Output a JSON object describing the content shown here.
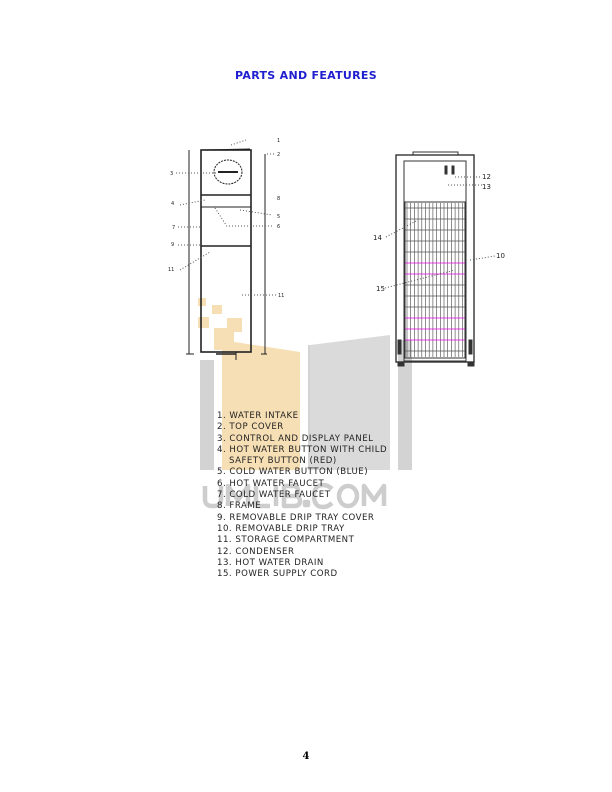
{
  "title": "PARTS AND FEATURES",
  "diagram_labels": {
    "front": [
      "1",
      "2",
      "3",
      "4",
      "5",
      "6",
      "7",
      "8",
      "9",
      "11",
      "11"
    ],
    "back": [
      "12",
      "13",
      "14",
      "10",
      "15"
    ]
  },
  "parts": [
    "1. WATER INTAKE",
    "2. TOP COVER",
    "3. CONTROL AND DISPLAY PANEL",
    "4. HOT WATER BUTTON WITH CHILD",
    "SAFETY BUTTON (RED)",
    "5. COLD WATER BUTTON (BLUE)",
    "6. HOT WATER FAUCET",
    "7. COLD WATER FAUCET",
    "8. FRAME",
    "9. REMOVABLE DRIP TRAY COVER",
    "10. REMOVABLE DRIP TRAY",
    "11. STORAGE COMPARTMENT",
    "12. CONDENSER",
    "13. HOT WATER DRAIN",
    "15. POWER SUPPLY CORD"
  ],
  "watermark": "UMLIB.COM",
  "page_number": "4",
  "colors": {
    "title": "#1f1fd0",
    "condenser_accent": "#e000e0",
    "watermark_gray": "#c8c8c8",
    "watermark_orange": "#f7d9a8"
  }
}
